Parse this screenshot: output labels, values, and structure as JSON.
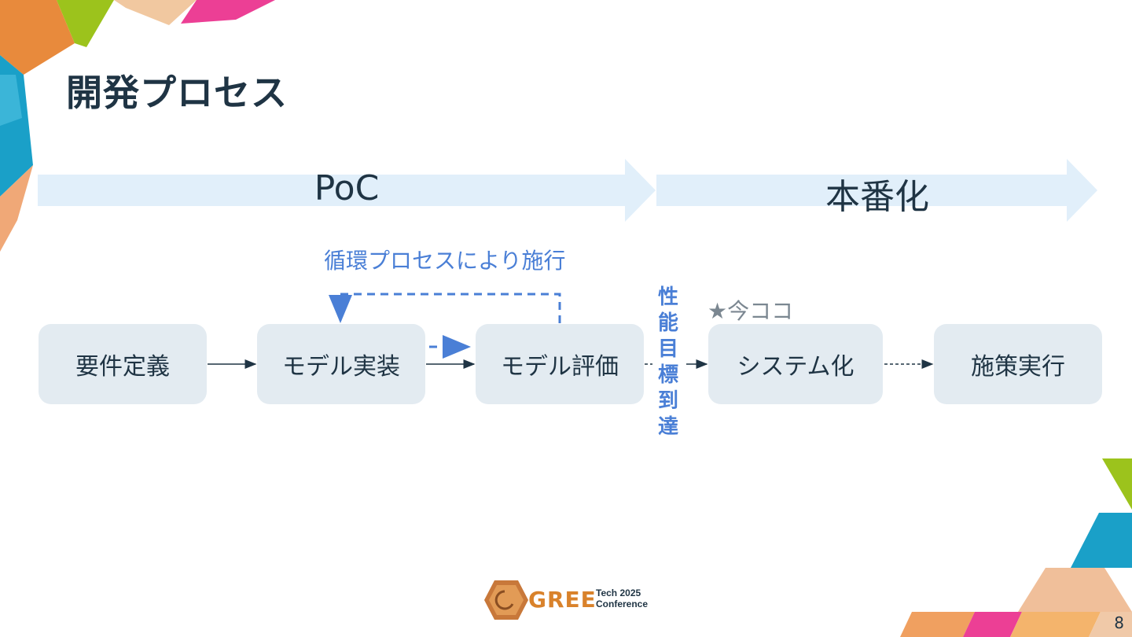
{
  "slide": {
    "title": "開発プロセス",
    "page_number": "8"
  },
  "phases": [
    {
      "label": "PoC"
    },
    {
      "label": "本番化"
    }
  ],
  "loop_label": "循環プロセスにより施行",
  "goal_label": "性能目標到達",
  "current_marker": "★今ココ",
  "steps": [
    {
      "label": "要件定義"
    },
    {
      "label": "モデル実装"
    },
    {
      "label": "モデル評価"
    },
    {
      "label": "システム化"
    },
    {
      "label": "施策実行"
    }
  ],
  "logo": {
    "name": "GREE",
    "tech": "Tech",
    "year": "2025",
    "conference": "Conference"
  },
  "colors": {
    "phase_arrow": "#e1effa",
    "step_box": "#e3ebf1",
    "accent_blue": "#4a7fd6",
    "text_dark": "#1f3444",
    "muted_gray": "#7b8791"
  }
}
